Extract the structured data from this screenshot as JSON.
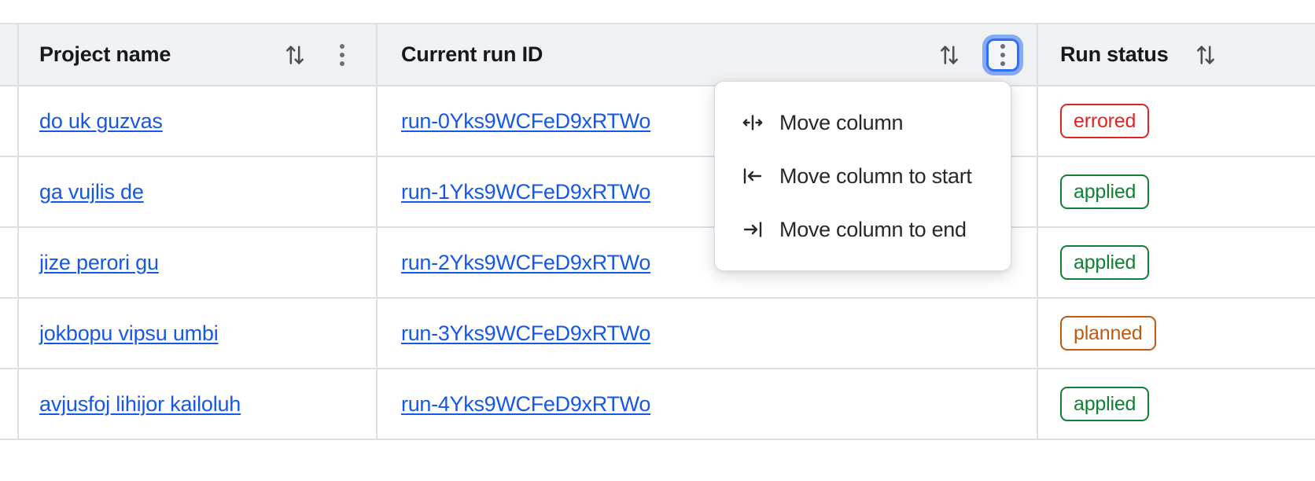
{
  "table": {
    "columns": [
      {
        "id": "project_name",
        "label": "Project name",
        "sortable": true,
        "has_menu": true,
        "menu_focused": false
      },
      {
        "id": "current_run_id",
        "label": "Current run ID",
        "sortable": true,
        "has_menu": true,
        "menu_focused": true
      },
      {
        "id": "run_status",
        "label": "Run status",
        "sortable": true,
        "has_menu": false,
        "menu_focused": false
      }
    ],
    "rows": [
      {
        "project_name": "do uk guzvas",
        "current_run_id": "run-0Yks9WCFeD9xRTWo",
        "run_status": "errored"
      },
      {
        "project_name": "ga vujlis de",
        "current_run_id": "run-1Yks9WCFeD9xRTWo",
        "run_status": "applied"
      },
      {
        "project_name": "jize perori gu",
        "current_run_id": "run-2Yks9WCFeD9xRTWo",
        "run_status": "applied"
      },
      {
        "project_name": "jokbopu vipsu umbi",
        "current_run_id": "run-3Yks9WCFeD9xRTWo",
        "run_status": "planned"
      },
      {
        "project_name": "avjusfoj lihijor kailoluh",
        "current_run_id": "run-4Yks9WCFeD9xRTWo",
        "run_status": "applied"
      }
    ]
  },
  "column_menu": {
    "open_for_column": "Current run ID",
    "items": [
      {
        "icon": "move-column-icon",
        "label": "Move column"
      },
      {
        "icon": "move-column-to-start-icon",
        "label": "Move column to start"
      },
      {
        "icon": "move-column-to-end-icon",
        "label": "Move column to end"
      }
    ]
  },
  "status_colors": {
    "errored": "#e02424",
    "applied": "#118035",
    "planned": "#c05a10"
  },
  "theme": {
    "link_color": "#1558e8",
    "header_bg": "#f0f1f3",
    "border_color": "#dcdfe3",
    "focus_ring": "#2f6ff5"
  }
}
